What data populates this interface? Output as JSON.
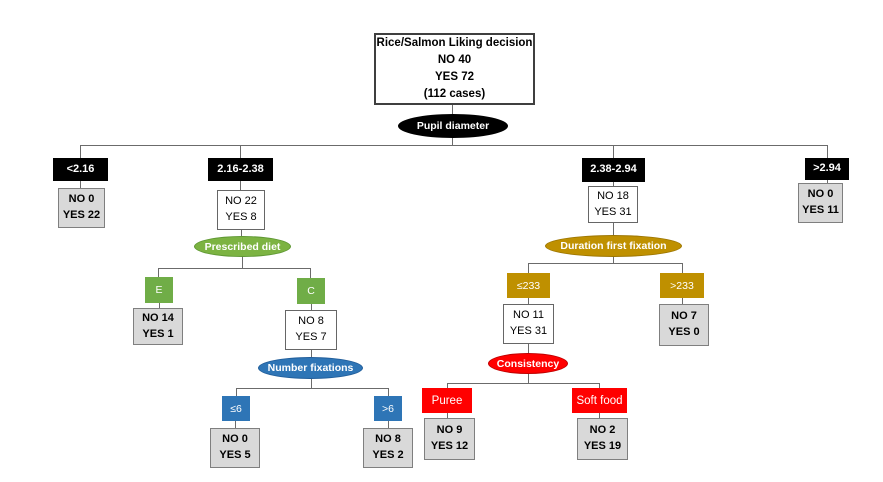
{
  "diagram": {
    "root": {
      "title": "Rice/Salmon Liking decision",
      "no": "NO 40",
      "yes": "YES 72",
      "cases": "(112 cases)"
    },
    "splits": {
      "pupil": "Pupil diameter",
      "diet": "Prescribed diet",
      "fixations": "Number fixations",
      "duration": "Duration first fixation",
      "consistency": "Consistency"
    },
    "branches": {
      "pupil_lt216": {
        "label": "<2.16",
        "no": "NO 0",
        "yes": "YES 22"
      },
      "pupil_216_238": {
        "label": "2.16-2.38",
        "no": "NO 22",
        "yes": "YES 8"
      },
      "pupil_238_294": {
        "label": "2.38-2.94",
        "no": "NO 18",
        "yes": "YES 31"
      },
      "pupil_gt294": {
        "label": ">2.94",
        "no": "NO 0",
        "yes": "YES 11"
      },
      "diet_e": {
        "label": "E",
        "no": "NO 14",
        "yes": "YES 1"
      },
      "diet_c": {
        "label": "C",
        "no": "NO 8",
        "yes": "YES 7"
      },
      "fix_le6": {
        "label": "≤6",
        "no": "NO 0",
        "yes": "YES 5"
      },
      "fix_gt6": {
        "label": ">6",
        "no": "NO 8",
        "yes": "YES 2"
      },
      "dur_le233": {
        "label": "≤233",
        "no": "NO 11",
        "yes": "YES 31"
      },
      "dur_gt233": {
        "label": ">233",
        "no": "NO 7",
        "yes": "YES 0"
      },
      "cons_puree": {
        "label": "Puree",
        "no": "NO 9",
        "yes": "YES 12"
      },
      "cons_soft": {
        "label": "Soft food",
        "no": "NO 2",
        "yes": "YES 19"
      }
    },
    "colors": {
      "black_node": "#000000",
      "green_box": "#70ad47",
      "green_oval": "#7cb342",
      "blue": "#2e75b6",
      "gold": "#bf9000",
      "red": "#ff0000",
      "leaf_gray": "#d9d9d9",
      "connector": "#6b6b6b"
    }
  }
}
